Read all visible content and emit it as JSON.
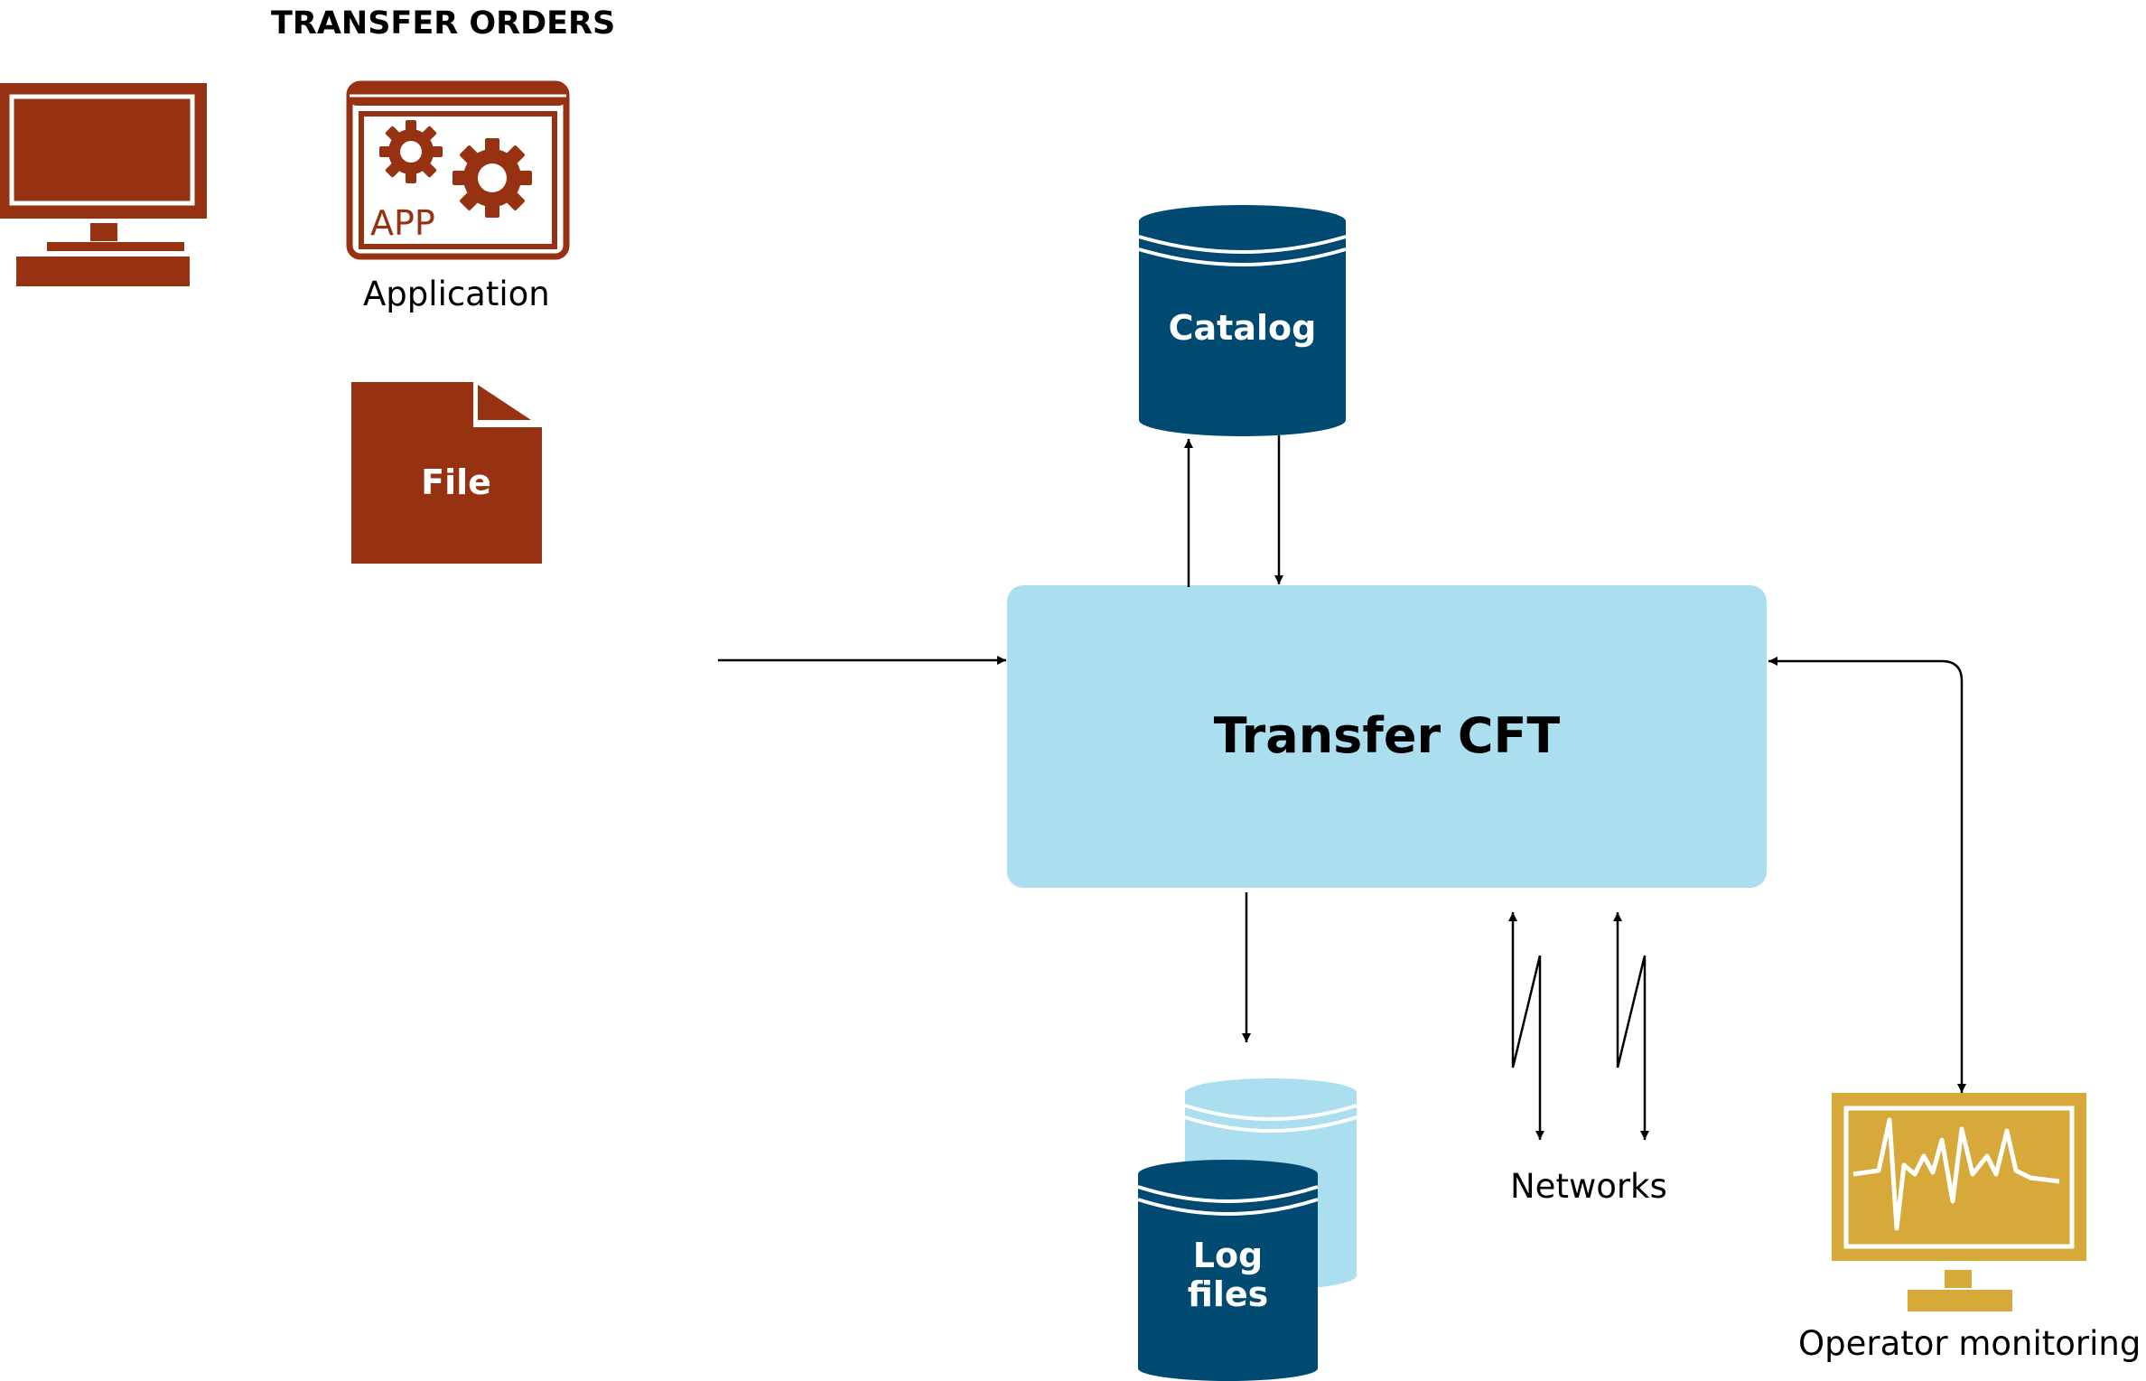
{
  "diagram": {
    "header": "TRANSFER ORDERS",
    "application_label": "Application",
    "app_icon_text": "APP",
    "file_label": "File",
    "catalog_label": "Catalog",
    "core_label": "Transfer CFT",
    "log_label_line1": "Log",
    "log_label_line2": "files",
    "networks_label": "Networks",
    "operator_label": "Operator monitoring"
  },
  "colors": {
    "rust": "#963211",
    "navy": "#004a72",
    "light_blue": "#abdeef",
    "gold": "#d6a93a",
    "line": "#000000"
  },
  "icons": [
    "desktop-monitor-icon",
    "application-gears-icon",
    "file-icon",
    "database-icon",
    "monitoring-screen-icon"
  ]
}
